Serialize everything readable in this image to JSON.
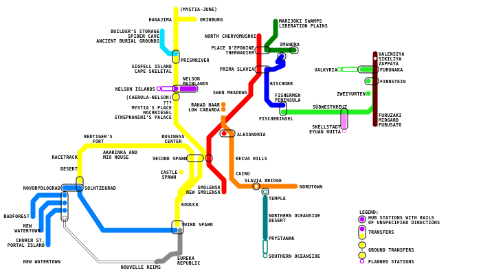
{
  "title": "Metro Map",
  "colors": {
    "yellow": "#ffff00",
    "cyan": "#00e0ff",
    "purple": "#c000ff",
    "red": "#ff0000",
    "green": "#008000",
    "blue": "#0000ff",
    "lime": "#22ee22",
    "maroon": "#660000",
    "orange": "#ff8000",
    "teal": "#008080",
    "azure": "#0080ff",
    "gray": "#888888",
    "pink": "#ff80ff"
  },
  "stations": {
    "mystia_june": "(MYSTIA-JUNE)",
    "hanajima": "HANAJIMA",
    "orinburg": "ORINBURG",
    "builders_storage": "BUILDER'S STORAGE",
    "spider_cave": "SPIDER CAVE",
    "ancient_burial": "ANCIENT BURIAL GROUNDS",
    "prismriver": "PRISMRIVER",
    "sigfell": "SIGFELL ISLAND",
    "cape_skeletal": "CAPE SKELETAL",
    "nelson_mainlands_1": "NELSON",
    "nelson_mainlands_2": "MAINLANDS",
    "nelson_islands": "NELSON ISLANDS",
    "caerula_nelson": "(CAERULA-NELSON)",
    "unknown": "???",
    "mystias_place": "MYSTIA'S PLACE",
    "hochkiesel": "HOCHKIESEL",
    "stephanshi": "STHEPHANSHI'S PALACE",
    "north_cheryomushki": "NORTH CHERYOMUSHKI",
    "place_eponine": "PLACE D'ÉPONINE",
    "thernadier": "THERNADIER",
    "marijoki": "MARIJOKI SWAMPS",
    "liberation": "LIBERATION PLAINS",
    "imandra": "IMANDRA",
    "prima_slavia": "PRIMA SLAVIA",
    "rischorr": "RISCHORR",
    "swan_meadows": "SWAN MEADOWS",
    "rahad_naar": "RAHAD NAAR",
    "low_cabarda": "LOW CABARDA",
    "alexandria": "ALEXANDRIA",
    "fishermen_1": "FISHERMEN",
    "fishermen_2": "PENINSULA",
    "fischerinsel": "FISCHERINSEL",
    "valensiya": "VALENSIYA",
    "sikiliya": "SIKILIYA",
    "zappaya": "ZAPPAYA",
    "valkyria": "VALKYRIA",
    "furunaka": "FURUNAKA",
    "firnstein": "FIRNSTEIN",
    "zweiyurten": "ZWEIYURTEN",
    "sudwestkreuz": "SÜDWESTKREUZ",
    "skellstadt": "SKELLSTADT",
    "eyuan_huita": "EYUAN HUITA",
    "furuzaki": "FURUZAKI",
    "midgard": "MIDGARD",
    "furusato": "FURUSATO",
    "redtigers_1": "REDTIGER'S",
    "redtigers_2": "FORT",
    "business_1": "BUSINESS",
    "business_2": "CENTER",
    "akarinka_1": "AKARINKA AND",
    "akarinka_2": "MIO HOUSE",
    "racetrack": "RACETRACK",
    "desert_w": "DESERT",
    "second_spawn": "SECOND SPAWN",
    "keiva_hills": "KEIVA HILLS",
    "castle_1": "CASTLE",
    "castle_2": "SPAWN",
    "cairo": "CAIRO",
    "novobydlograd": "NOVOBYDLOGRAD",
    "solntzegrad": "SOLNTZEGRAD",
    "smolensk": "SMOLENSK",
    "new_smolensk": "NEW SMOLENSK",
    "slavia_bridge": "SLAVIA BRIDGE",
    "nordtown": "NORDTOWN",
    "temple": "TEMPLE",
    "koduck": "KODUCK",
    "badforest": "BADFOREST",
    "new_watertown_1": "NEW",
    "new_watertown_2": "WATERTOWN",
    "church_st": "CHURCH ST.",
    "portal_island": "PORTAL ISLAND",
    "third_spawn": "THIRD SPAWN",
    "northern_oceanside": "NORTHERN OCEANSIDE",
    "desert_e": "DESERT",
    "prystanak": "PRYSTANAK",
    "new_watertown_b": "NEW WATERTOWN",
    "nouvelle_reims": "NOUVELLE REIMS",
    "eureka_1": "EUREKA",
    "eureka_2": "REPUBLIC",
    "southern_oceanside": "SOUTHERN OCEANSIDE"
  },
  "legend": {
    "title": "LEGEND:",
    "hub_1": "HUB STATIONS WITH RAILS",
    "hub_2": "OF UNSPECIFIED DIRECTIONS",
    "transfers": "TRANSFERS",
    "ground_transfers": "GROUND TRANSFERS",
    "planned": "PLANNED STATIONS"
  }
}
